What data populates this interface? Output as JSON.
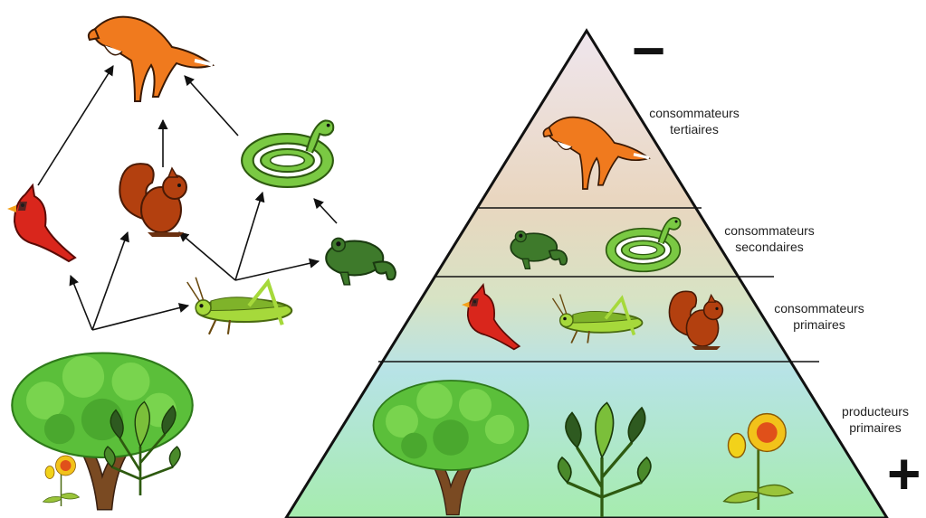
{
  "levels": [
    {
      "line1": "consommateurs",
      "line2": "tertiaires"
    },
    {
      "line1": "consommateurs",
      "line2": "secondaires"
    },
    {
      "line1": "consommateurs",
      "line2": "primaires"
    },
    {
      "line1": "producteurs",
      "line2": "primaires"
    }
  ],
  "signs": {
    "top": "−",
    "bottom": "+"
  },
  "colors": {
    "fox": "#f07a1e",
    "squirrel": "#b3400f",
    "cardinal": "#d9261c",
    "snake": "#7ac943",
    "frog": "#3e7a2b",
    "grasshopper": "#a6d93b",
    "tree": "#5bbf3a",
    "trunk": "#7a4a22"
  },
  "food_web": {
    "organisms": [
      "fox",
      "cardinal",
      "squirrel",
      "snake",
      "frog",
      "grasshopper",
      "tree",
      "plant",
      "flower"
    ],
    "arrows": [
      {
        "from": "cardinal",
        "to": "fox"
      },
      {
        "from": "squirrel",
        "to": "fox"
      },
      {
        "from": "snake",
        "to": "fox"
      },
      {
        "from": "frog",
        "to": "snake"
      },
      {
        "from": "grasshopper",
        "to": "snake"
      },
      {
        "from": "grasshopper",
        "to": "squirrel"
      },
      {
        "from": "grasshopper",
        "to": "frog"
      },
      {
        "from": "tree",
        "to": "cardinal"
      },
      {
        "from": "tree",
        "to": "squirrel"
      },
      {
        "from": "tree",
        "to": "grasshopper"
      }
    ]
  }
}
